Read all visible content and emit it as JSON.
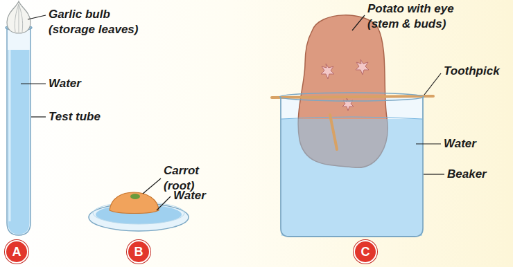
{
  "diagram": {
    "nodes": [
      {
        "text": [
          "A"
        ]
      },
      {
        "text": [
          "B"
        ]
      },
      {
        "text": [
          "C"
        ]
      }
    ],
    "labels": [
      "Garlic bulb (storage leaves)",
      "Water",
      "Test tube",
      "Carrot (root)",
      "Water",
      "Potato with eye (stem & buds)",
      "Toothpick",
      "Water",
      "Beaker"
    ]
  }
}
